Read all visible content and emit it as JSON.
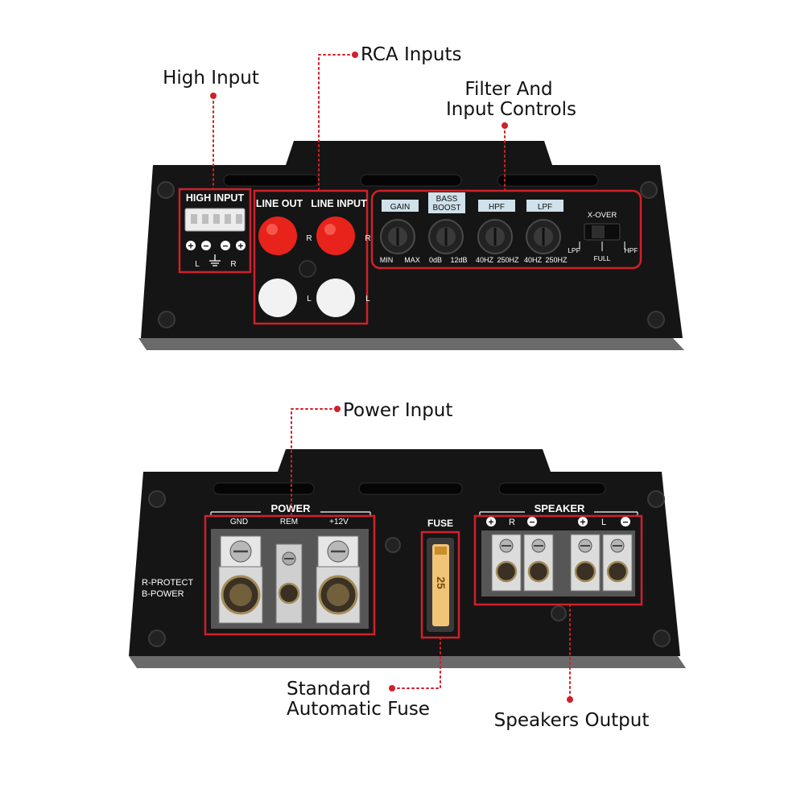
{
  "callouts": {
    "high_input": "High Input",
    "rca_inputs": "RCA Inputs",
    "filter_line1": "Filter And",
    "filter_line2": "Input Controls",
    "power_input": "Power Input",
    "fuse_line1": "Standard",
    "fuse_line2": "Automatic Fuse",
    "speakers_output": "Speakers Output"
  },
  "top_panel": {
    "high_input_label": "HIGH INPUT",
    "high_input_signs": [
      "+",
      "−",
      "−",
      "+"
    ],
    "high_input_channels": [
      "L",
      "R"
    ],
    "line_out_label": "LINE OUT",
    "line_input_label": "LINE INPUT",
    "rca_right": "R",
    "rca_left": "L",
    "controls": [
      {
        "name": "GAIN",
        "min": "MIN",
        "max": "MAX"
      },
      {
        "name_line1": "BASS",
        "name_line2": "BOOST",
        "min": "0dB",
        "max": "12dB"
      },
      {
        "name": "HPF",
        "min": "40HZ",
        "max": "250HZ"
      },
      {
        "name": "LPF",
        "min": "40HZ",
        "max": "250HZ"
      }
    ],
    "xover": {
      "label": "X-OVER",
      "left": "LPF",
      "middle": "FULL",
      "right": "HPF"
    }
  },
  "bottom_panel": {
    "power_label": "POWER",
    "power_terminals": [
      "GND",
      "REM",
      "+12V"
    ],
    "protect_line1": "R-PROTECT",
    "protect_line2": "B-POWER",
    "fuse_label": "FUSE",
    "fuse_value": "25",
    "speaker_label": "SPEAKER",
    "speaker_marks": [
      "+",
      "R",
      "−",
      "+",
      "L",
      "−"
    ]
  },
  "colors": {
    "callout_line": "#d0202a",
    "panel": "#151515",
    "rca_red": "#e8231b",
    "rca_white": "#f2f2f2",
    "fuse": "#f2c478"
  }
}
